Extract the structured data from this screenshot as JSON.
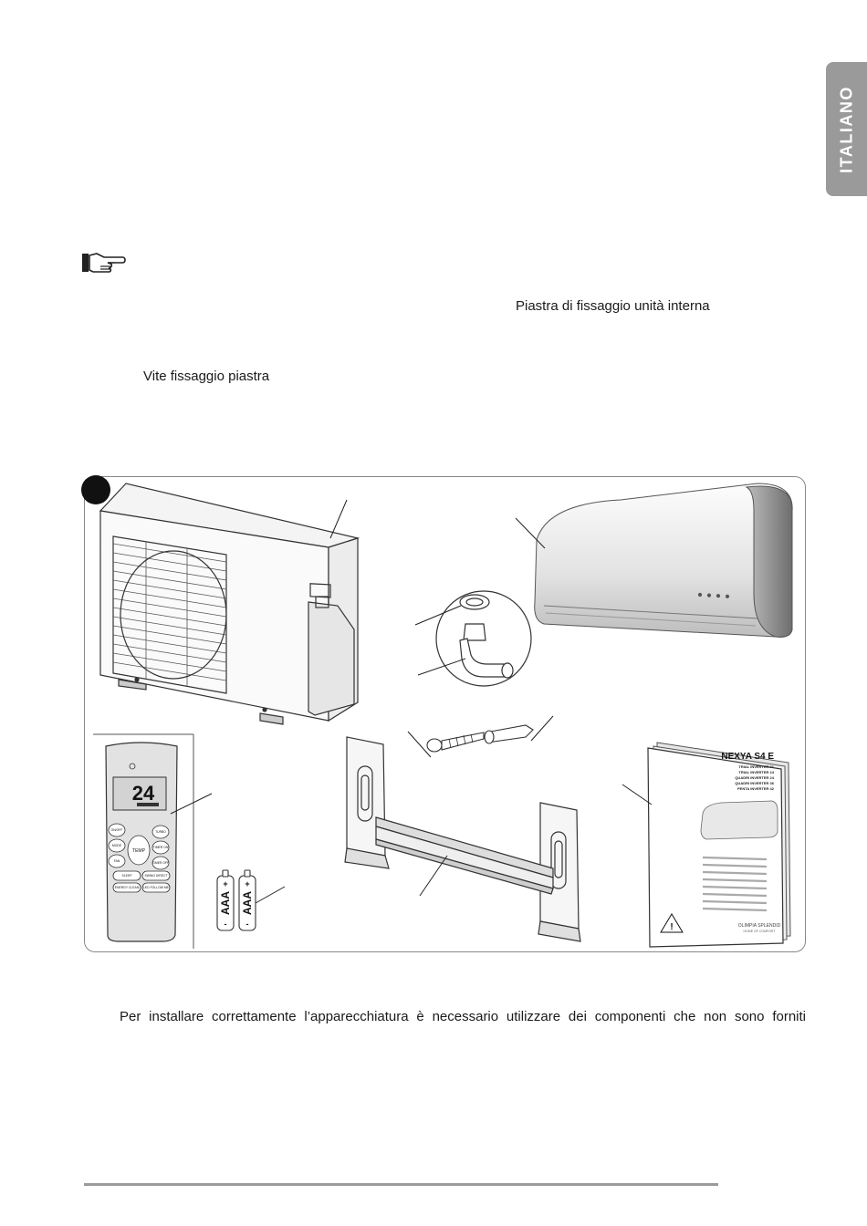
{
  "lang_tab": {
    "label": "ITALIANO"
  },
  "labels": {
    "indoor_plate": "Piastra di fissaggio unità interna",
    "plate_screw": "Vite fissaggio piastra"
  },
  "body_text": "Per installare correttamente l’apparecchiatura è necessario utilizzare dei componenti che non sono forniti",
  "remote": {
    "display_temp": "24",
    "buttons": {
      "on_off": "ON/OFF",
      "mode": "MODE",
      "fan": "FAN",
      "temp": "TEMP",
      "sleep": "SLEEP",
      "swing": "SWING DIRECT",
      "energy": "ENERGY CLEAN",
      "led": "LED FOLLOW ME",
      "turbo": "TURBO",
      "timer_on": "TIMER ON",
      "timer_off": "TIMER OFF"
    }
  },
  "batteries": {
    "label": "AAA",
    "plus": "+",
    "minus": "-"
  },
  "manual": {
    "title": "NEXYA S4 E",
    "models": [
      "TRIAL INVERTER 21",
      "TRIAL INVERTER 24",
      "QUADRI INVERTER 24",
      "QUADRI INVERTER 36",
      "PENTA INVERTER 42"
    ],
    "brand": "OLIMPIA SPLENDID",
    "brand_tagline": "HOME OF COMFORT"
  },
  "colors": {
    "tab": "#9a9a9a",
    "frame": "#888888",
    "rule": "#9a9a9a"
  }
}
